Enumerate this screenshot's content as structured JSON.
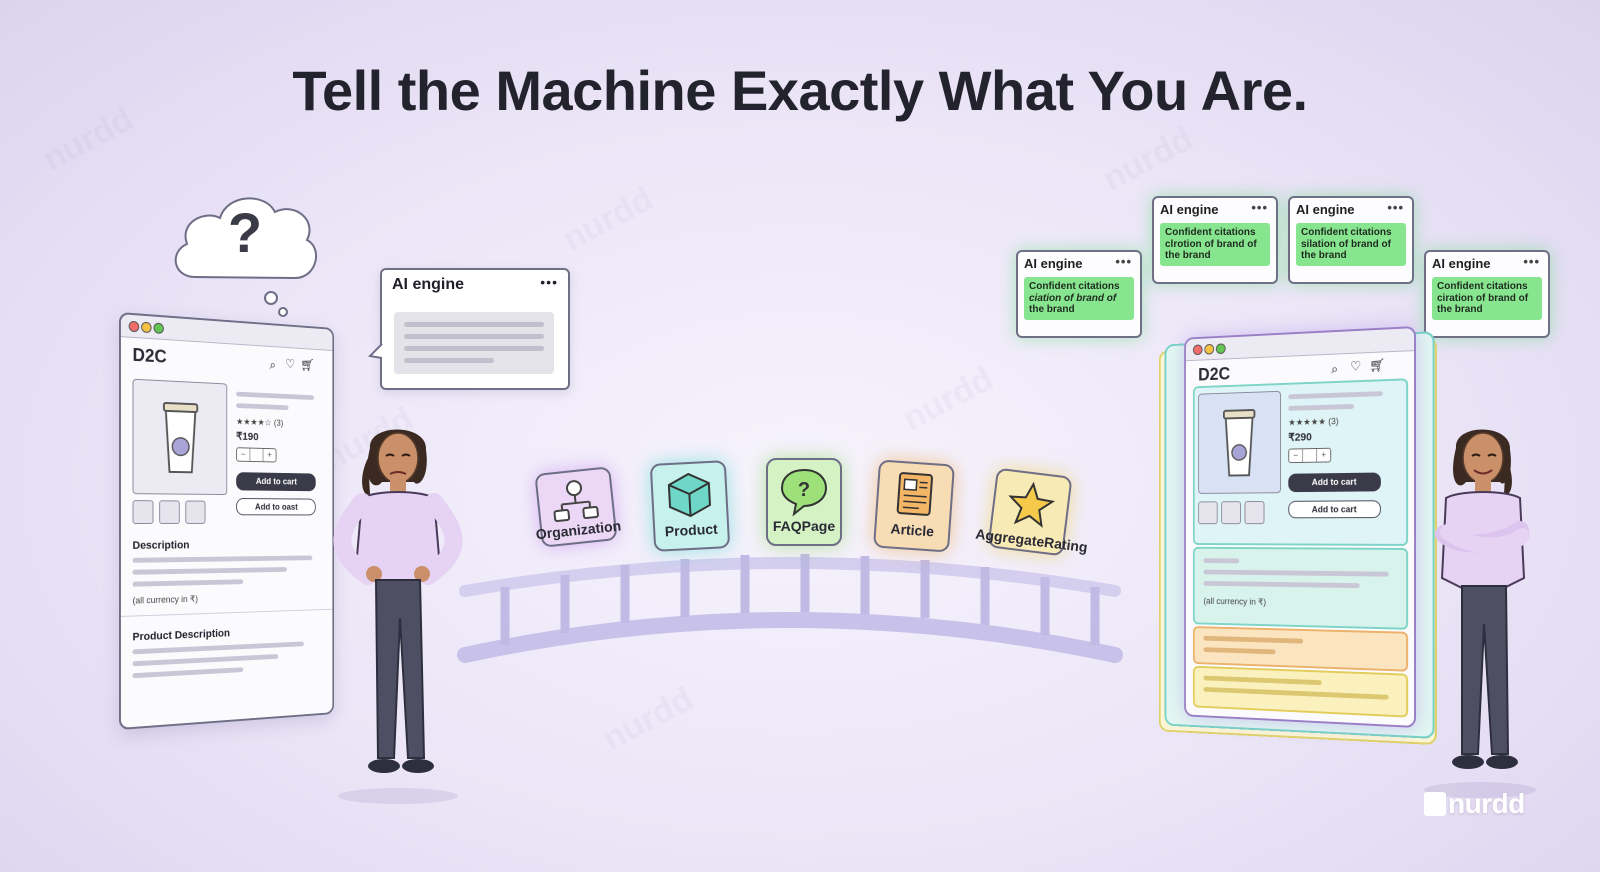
{
  "headline": "Tell the Machine Exactly What You Are.",
  "watermark_text": "nurdd",
  "logo_text": "nurdd",
  "left_scene": {
    "thought_symbol": "?",
    "shop": {
      "brand": "D2C",
      "rating": "★★★★☆ (3)",
      "price": "₹190",
      "stepper": {
        "minus": "−",
        "plus": "+"
      },
      "add_to_cart": "Add to cart",
      "add_to_cart_alt": "Add to oast",
      "description_heading": "Description",
      "currency_note": "(all currency in ₹)",
      "product_description_heading": "Product Description"
    },
    "ai_bubble": {
      "title": "AI engine",
      "menu": "•••"
    }
  },
  "schema_types": [
    {
      "label": "Organization",
      "icon": "org-chart-icon",
      "color": "#ecd8f6"
    },
    {
      "label": "Product",
      "icon": "box-icon",
      "color": "#c6f1ec"
    },
    {
      "label": "FAQPage",
      "icon": "question-bubble-icon",
      "color": "#d4f2c4"
    },
    {
      "label": "Article",
      "icon": "document-icon",
      "color": "#f8dcb4"
    },
    {
      "label": "AggregateRating",
      "icon": "star-icon",
      "color": "#f8eab4"
    }
  ],
  "right_scene": {
    "ai_cards": [
      {
        "title": "AI engine",
        "menu": "•••",
        "text": [
          "Confident citations",
          "ciation of brand of",
          "the brand"
        ]
      },
      {
        "title": "AI engine",
        "menu": "•••",
        "text": [
          "Confident citations",
          "clrotion of brand of",
          "the brand"
        ]
      },
      {
        "title": "AI engine",
        "menu": "•••",
        "text": [
          "Confident citations",
          "silation of brand of",
          "the brand"
        ]
      },
      {
        "title": "AI engine",
        "menu": "•••",
        "text": [
          "Confident citations",
          "ciration of brand of",
          "the brand"
        ]
      }
    ],
    "shop": {
      "brand": "D2C",
      "rating": "★★★★★ (3)",
      "price": "₹290",
      "stepper": {
        "minus": "−",
        "plus": "+"
      },
      "add_to_cart": "Add to cart",
      "add_to_cart_2": "Add to cart",
      "currency_note": "(all currency in ₹)"
    }
  }
}
